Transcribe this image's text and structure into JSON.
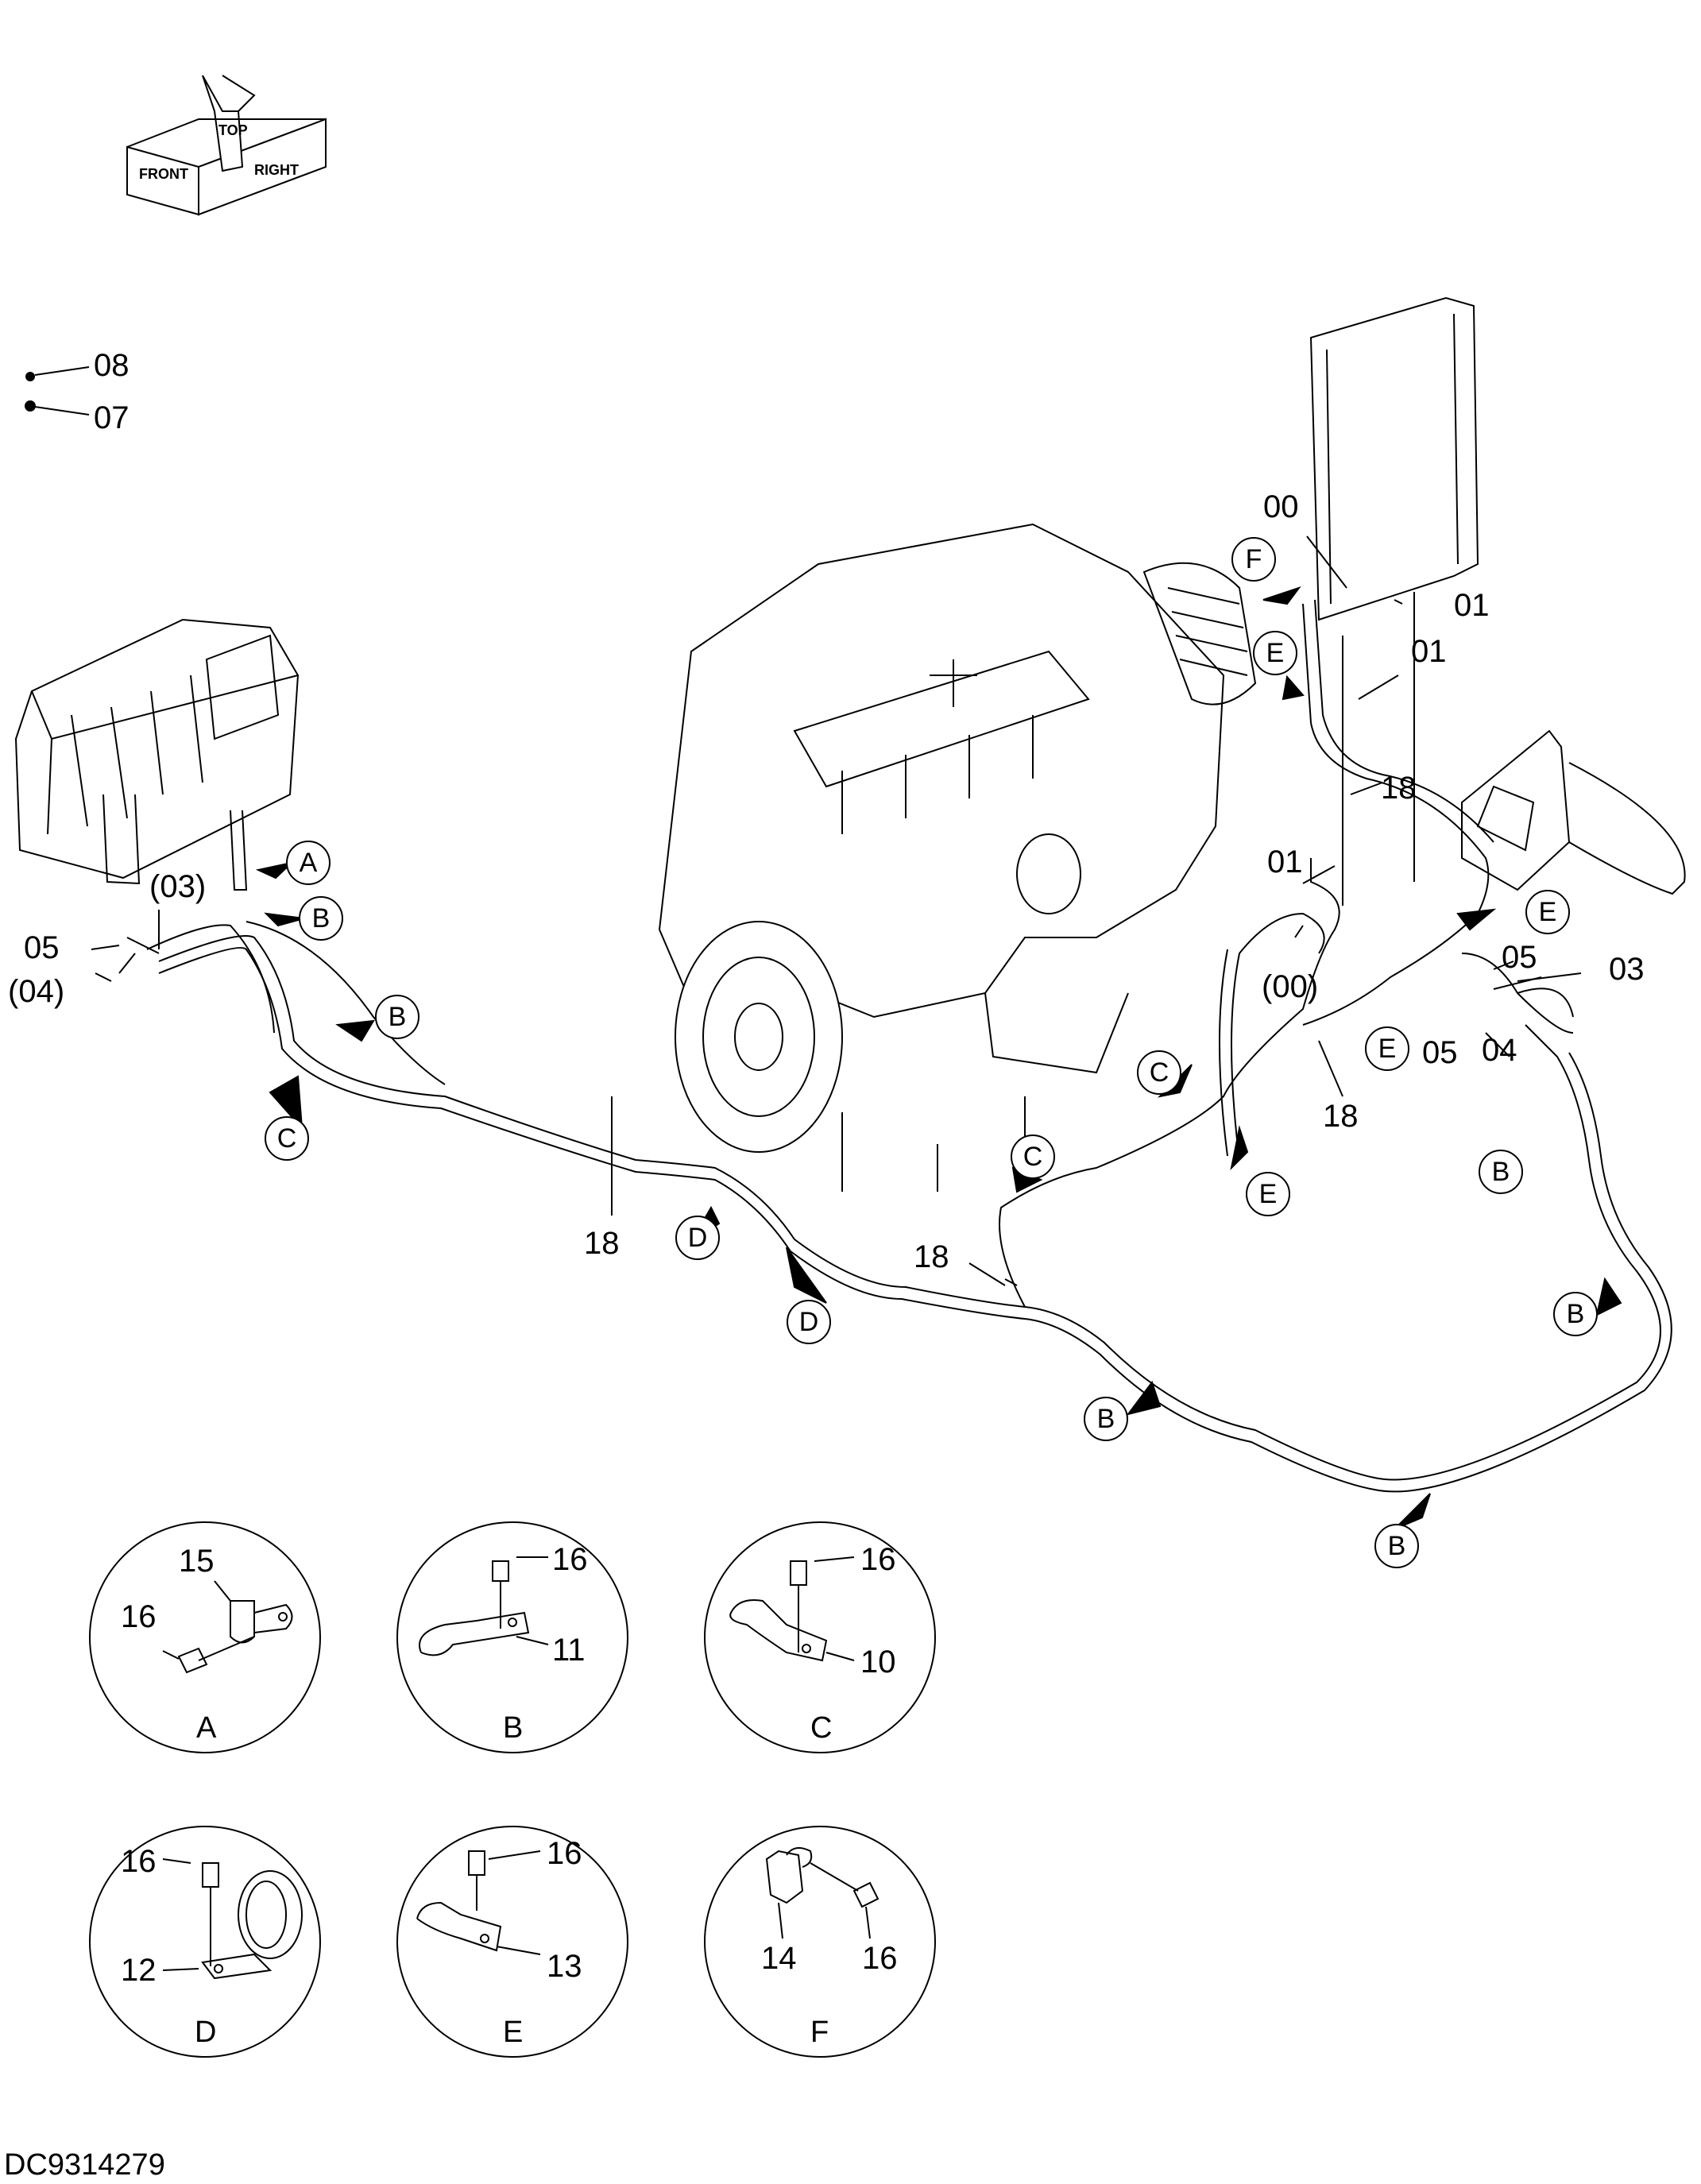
{
  "orientation": {
    "top": "TOP",
    "front": "FRONT",
    "right": "RIGHT"
  },
  "labels": {
    "p08": "08",
    "p07": "07",
    "p00_top": "00",
    "p01_a": "01",
    "p01_b": "01",
    "p01_c": "01",
    "p18_a": "18",
    "p18_b": "18",
    "p18_c": "18",
    "p18_d": "18",
    "p03_paren": "(03)",
    "p05_left": "05",
    "p04_paren": "(04)",
    "p00_paren": "(00)",
    "p05_r1": "05",
    "p05_r2": "05",
    "p03_r": "03",
    "p04_r": "04"
  },
  "callouts": {
    "A1": "A",
    "B1": "B",
    "B2": "B",
    "C1": "C",
    "D1": "D",
    "D2": "D",
    "C2": "C",
    "C3": "C",
    "E1": "E",
    "E2": "E",
    "E3": "E",
    "E4": "E",
    "F1": "F",
    "B3": "B",
    "B4": "B",
    "B5": "B",
    "B6": "B"
  },
  "details": {
    "A": {
      "letter": "A",
      "p1": "15",
      "p2": "16"
    },
    "B": {
      "letter": "B",
      "p1": "16",
      "p2": "11"
    },
    "C": {
      "letter": "C",
      "p1": "16",
      "p2": "10"
    },
    "D": {
      "letter": "D",
      "p1": "16",
      "p2": "12"
    },
    "E": {
      "letter": "E",
      "p1": "16",
      "p2": "13"
    },
    "F": {
      "letter": "F",
      "p1": "14",
      "p2": "16"
    }
  },
  "drawing_number": "DC9314279"
}
